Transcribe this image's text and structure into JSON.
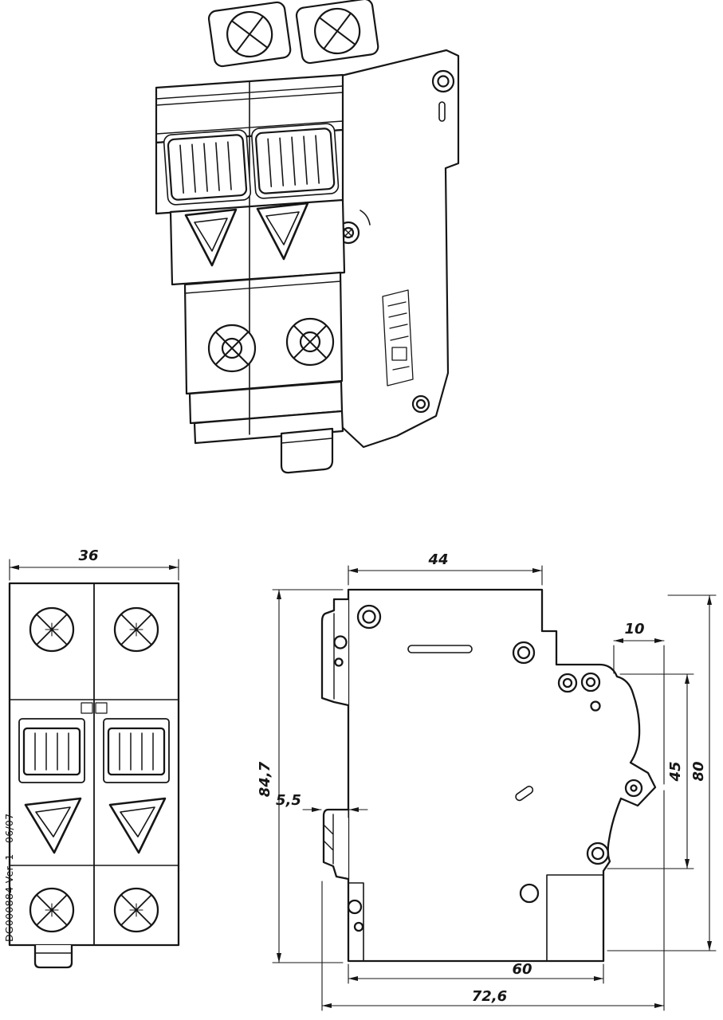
{
  "document": {
    "code": "DG000884 Ver. 1 - 06/07"
  },
  "views": {
    "front": {
      "dim_width": "36"
    },
    "side": {
      "dim_top_width": "44",
      "dim_step": "10",
      "dim_height": "84,7",
      "dim_flange": "5,5",
      "dim_right_inner": "45",
      "dim_right_outer": "80",
      "dim_bottom_inner": "60",
      "dim_bottom_outer": "72,6"
    }
  }
}
